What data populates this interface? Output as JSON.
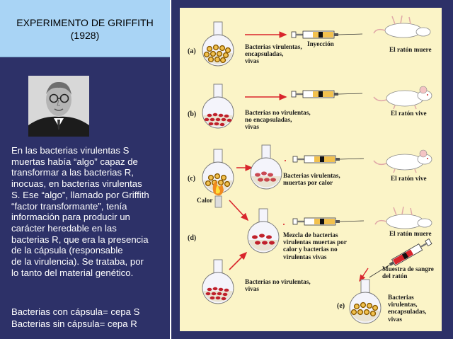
{
  "slide": {
    "title_line1": "EXPERIMENTO DE GRIFFITH",
    "title_line2": "(1928)",
    "body": "En las bacterias virulentas S\nmuertas había “algo” capaz de\ntransformar a las bacterias R,\ninocuas, en bacterias virulentas\nS. Ese “algo”, llamado por Griffith\n“factor transformante”, tenía\ninformación para producir un\ncarácter heredable en las\nbacterias R, que era la presencia\nde la cápsula (responsable\nde la virulencia). Se trataba, por\nlo tanto del material genético.",
    "footer_line1": "Bacterias con cápsula= cepa S",
    "footer_line2": "Bacterias sin cápsula= cepa R"
  },
  "diagram": {
    "labels": {
      "a": "(a)",
      "b": "(b)",
      "c": "(c)",
      "d": "(d)",
      "e": "(e)"
    },
    "a_bacteria": "Bacterias virulentas,\nencapsuladas,\nvivas",
    "a_injection": "Inyección",
    "a_result": "El ratón muere",
    "b_bacteria": "Bacterias no virulentas,\nno encapsuladas,\nvivas",
    "b_result": "El ratón vive",
    "c_bacteria": "Bacterias virulentas,\nmuertas por  calor",
    "c_result": "El ratón vive",
    "c_heat": "Calor",
    "d_mix": "Mezcla de bacterias\nvirulentas muertas  por\ncalor y bacterias no\nvirulentas vivas",
    "d_result": "El ratón muere",
    "d_live": "Bacterias no virulentas,\nvivas",
    "e_blood": "Muestra de sangre\ndel ratón",
    "e_bacteria": "Bacterias\nvirulentas,\nencapsuladas,\nvivas"
  },
  "colors": {
    "title_bg": "#a9d4f5",
    "slide_bg": "#2d3168",
    "panel_bg": "#fbf4c7",
    "arrow_red": "#d9252c",
    "bacteria_S": "#f2c14e",
    "bacteria_R": "#c0202b"
  }
}
